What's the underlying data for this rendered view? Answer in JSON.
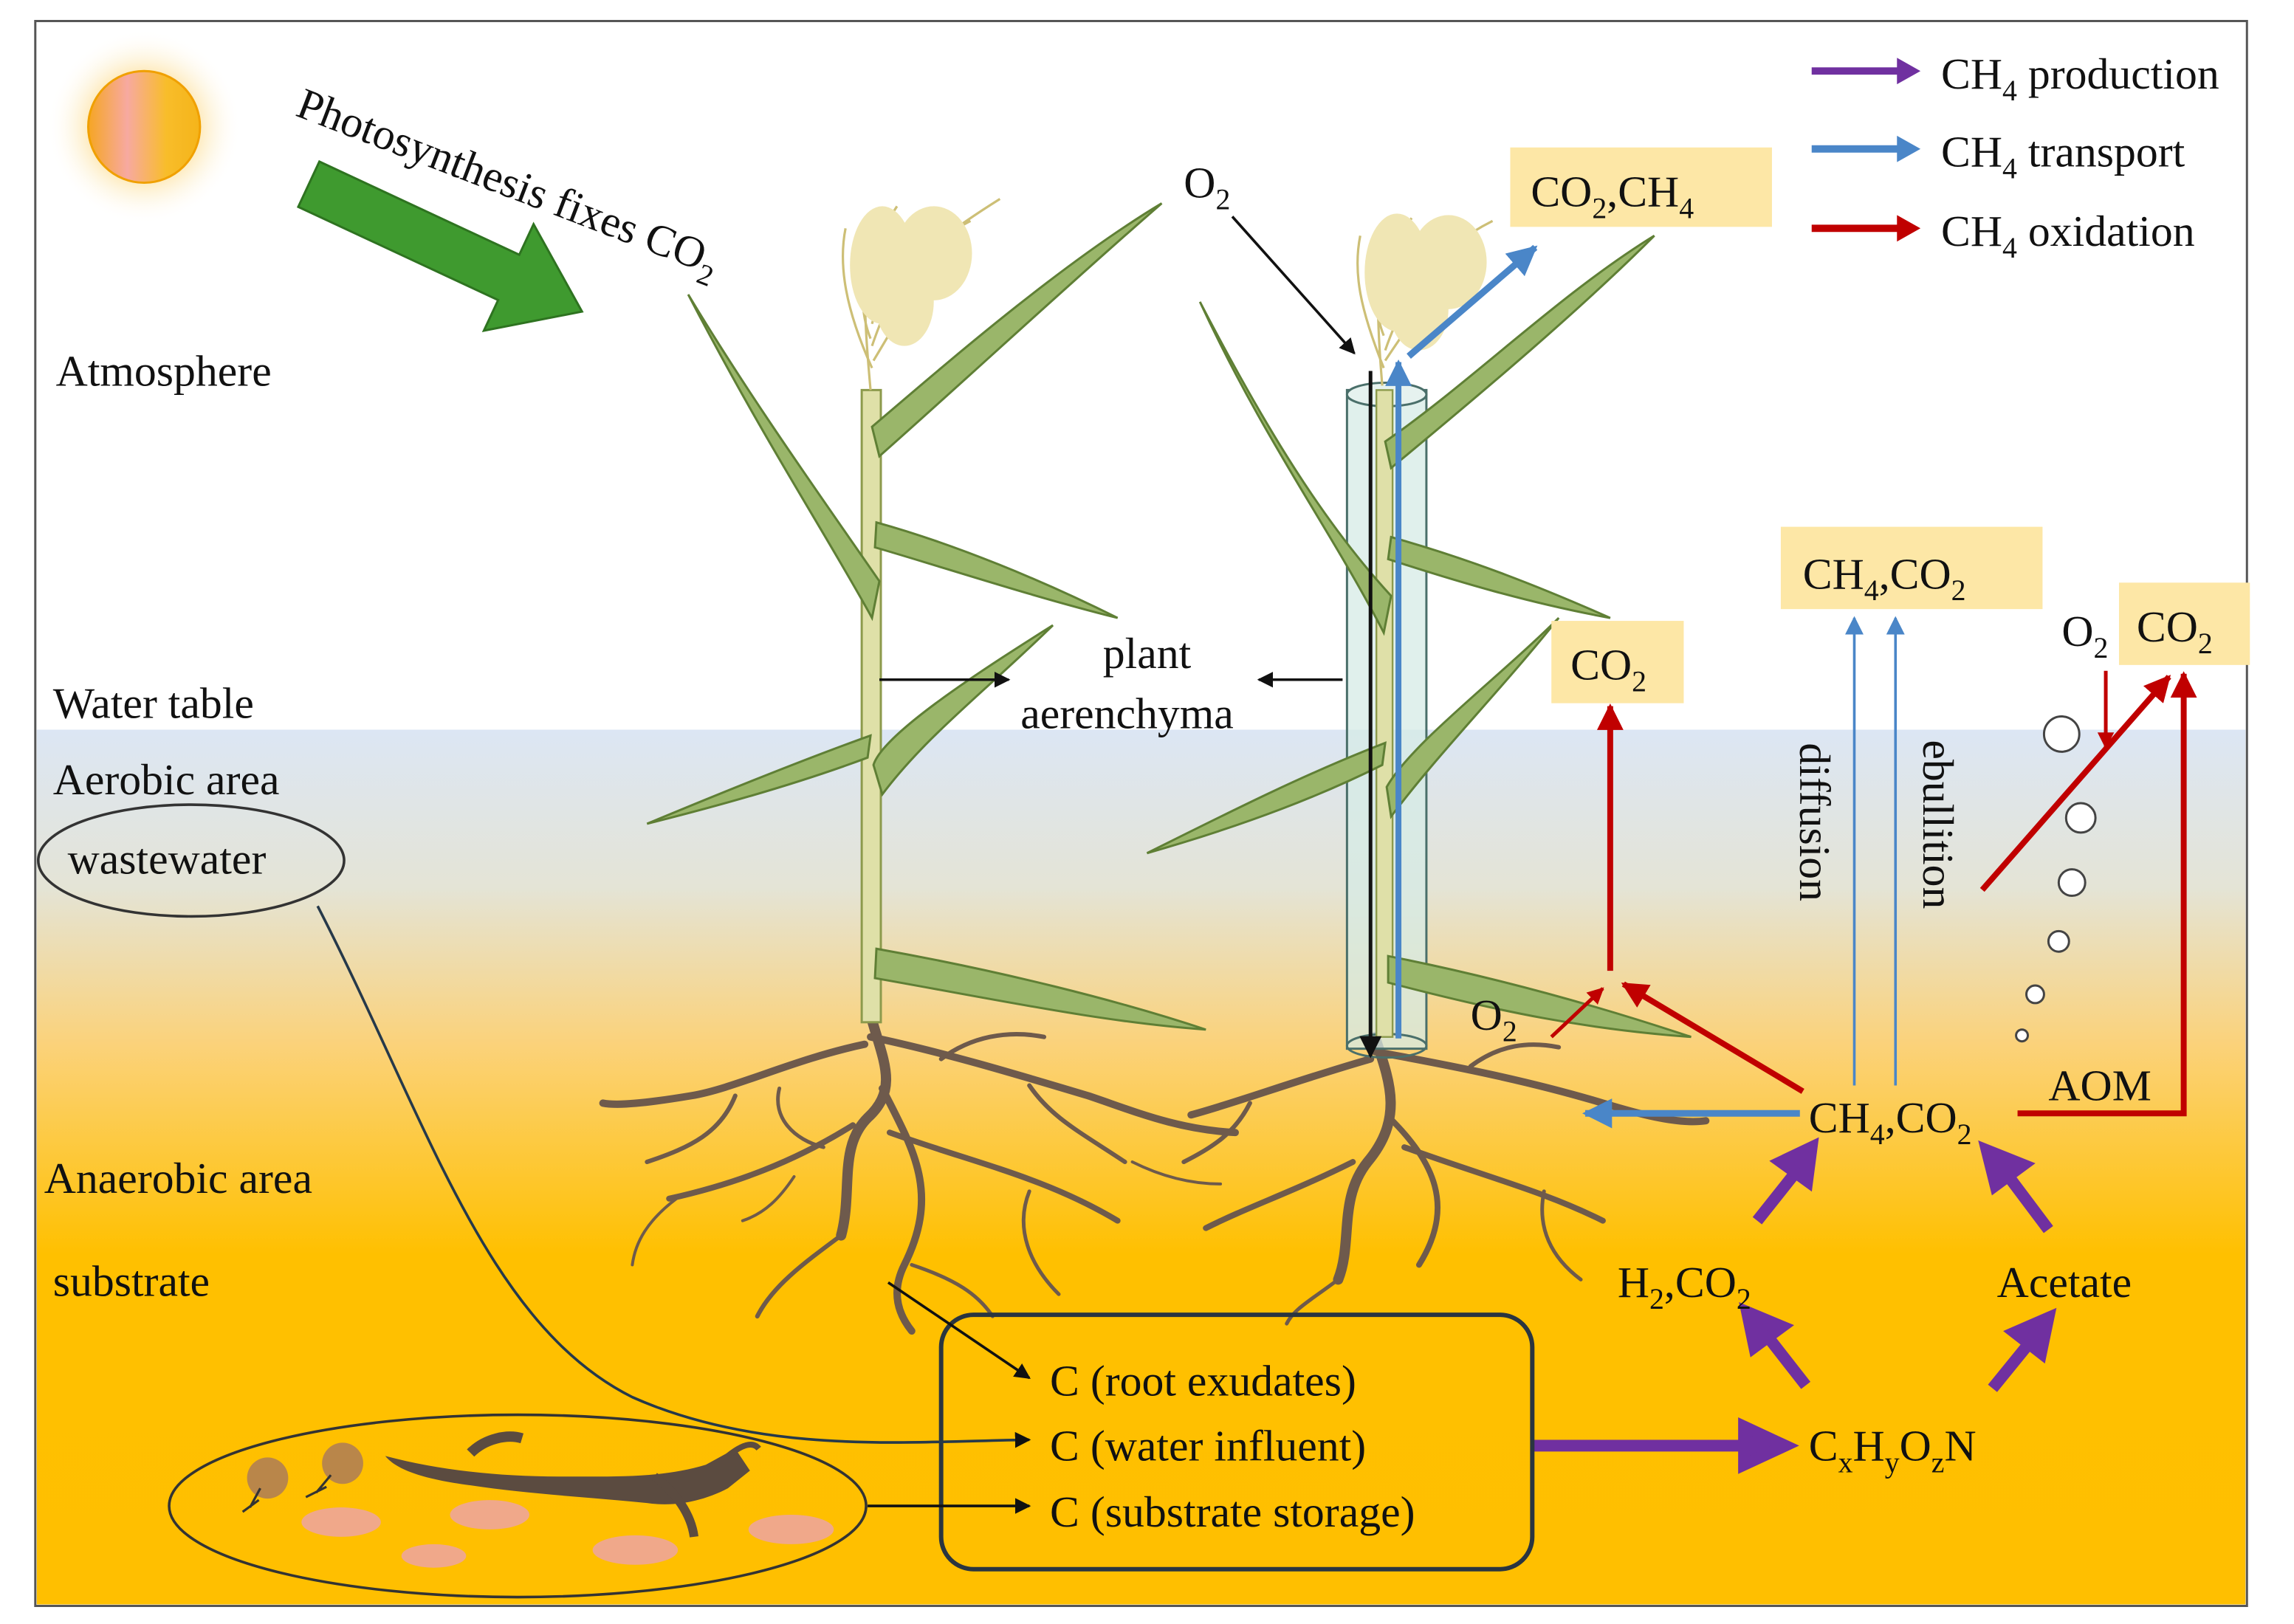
{
  "zones": {
    "atmosphere": "Atmosphere",
    "water_table": "Water table",
    "aerobic_area": "Aerobic area",
    "wastewater": "wastewater",
    "anaerobic_area": "Anaerobic area",
    "substrate": "substrate"
  },
  "legend": [
    {
      "color": "#7030a0",
      "species": "CH",
      "sub": "4",
      "text": " production"
    },
    {
      "color": "#4a86c8",
      "species": "CH",
      "sub": "4",
      "text": " transport"
    },
    {
      "color": "#c00000",
      "species": "CH",
      "sub": "4",
      "text": " oxidation"
    }
  ],
  "photosynthesis": {
    "text": "Photosynthesis fixes CO",
    "sub": "2"
  },
  "plant_aerenchyma": {
    "line1": "plant",
    "line2": "aerenchyma"
  },
  "o2": {
    "base": "O",
    "sub": "2"
  },
  "boxes": {
    "top_emission": {
      "a": "CO",
      "a_sub": "2",
      "sep": ",",
      "b": "CH",
      "b_sub": "4"
    },
    "co2_left": {
      "a": "CO",
      "a_sub": "2"
    },
    "ch4_co2_top": {
      "a": "CH",
      "a_sub": "4",
      "sep": ",",
      "b": "CO",
      "b_sub": "2"
    },
    "co2_right": {
      "a": "CO",
      "a_sub": "2"
    }
  },
  "processes": {
    "diffusion": "diffusion",
    "ebullition": "ebullition",
    "aom": "AOM"
  },
  "species": {
    "ch4_co2": {
      "a": "CH",
      "a_sub": "4",
      "sep": ",",
      "b": "CO",
      "b_sub": "2"
    },
    "h2_co2": {
      "a": "H",
      "a_sub": "2",
      "sep": ",",
      "b": "CO",
      "b_sub": "2"
    },
    "acetate": "Acetate",
    "organic": {
      "c": "C",
      "x": "x",
      "h": "H",
      "y": "y",
      "o": "O",
      "z": "z",
      "n": "N"
    }
  },
  "carbon_sources": {
    "root_exudates": "C (root exudates)",
    "water_influent": "C (water influent)",
    "substrate_storage": "C (substrate storage)"
  },
  "colors": {
    "production": "#7030a0",
    "transport": "#4a86c8",
    "oxidation": "#c00000",
    "box_fill": "#fde7a6",
    "aerobic_fill": "#dde6f4",
    "anaerobic_fill": "#ffc000",
    "photosynthesis_arrow": "#3f9a2f"
  }
}
